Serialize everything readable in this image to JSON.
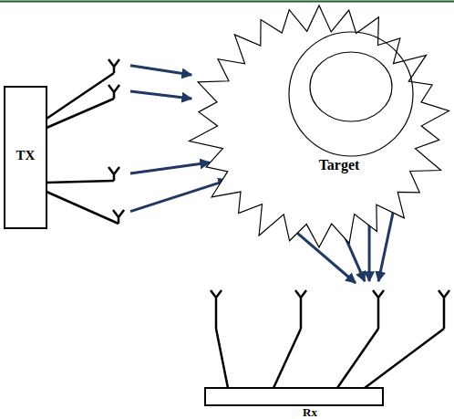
{
  "diagram": {
    "nodes": [
      {
        "text": [
          "TX"
        ]
      },
      {
        "text": [
          "Target"
        ]
      },
      {
        "text": [
          "Rx"
        ]
      }
    ],
    "edges": [
      {
        "from": 0,
        "to": 1,
        "arrow": "to"
      },
      {
        "from": 0,
        "to": 1,
        "arrow": "to"
      },
      {
        "from": 0,
        "to": 1,
        "arrow": "to"
      },
      {
        "from": 0,
        "to": 1,
        "arrow": "to"
      },
      {
        "from": 1,
        "to": 2,
        "arrow": "to"
      },
      {
        "from": 1,
        "to": 2,
        "arrow": "to"
      },
      {
        "from": 1,
        "to": 2,
        "arrow": "to"
      },
      {
        "from": 1,
        "to": 2,
        "arrow": "to"
      }
    ]
  }
}
